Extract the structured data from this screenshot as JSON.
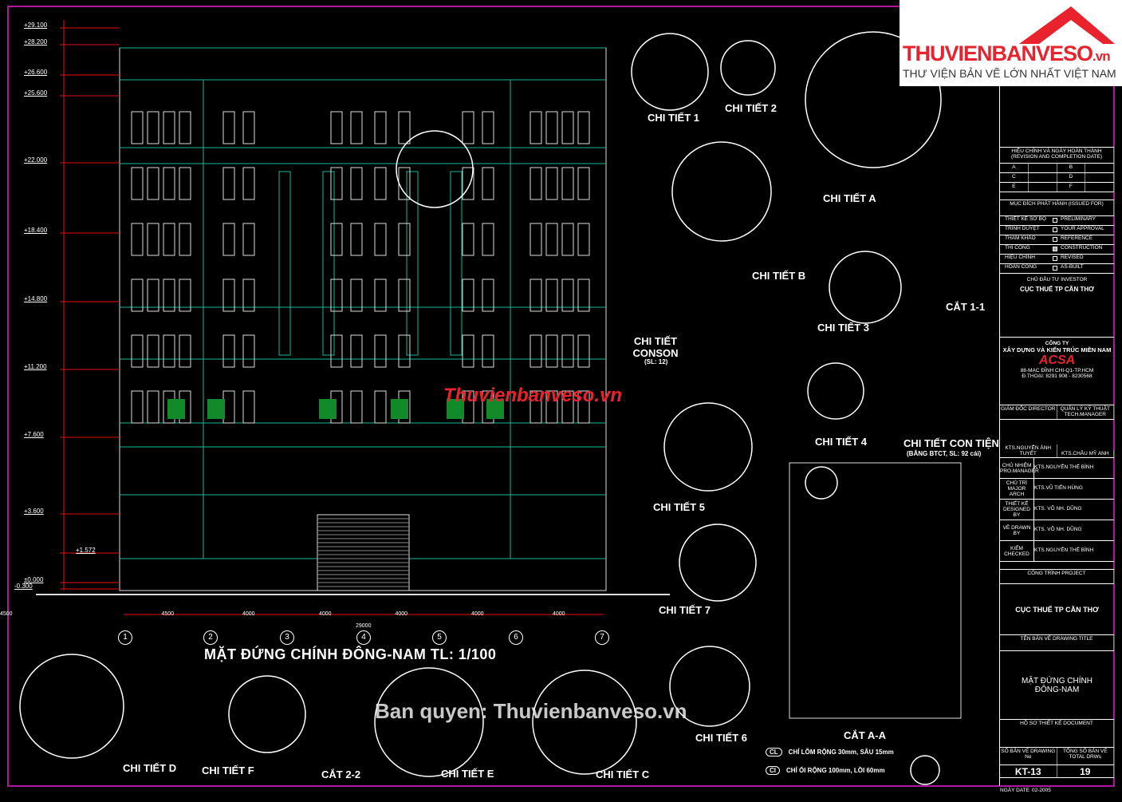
{
  "logo": {
    "brand": "THUVIENBANVESO",
    "brand_suffix": ".vn",
    "tagline": "THƯ VIỆN BẢN VẼ LỚN NHẤT VIỆT NAM"
  },
  "watermarks": {
    "center": "Thuvienbanveso.vn",
    "copyright": "Ban quyen: Thuvienbanveso.vn"
  },
  "drawing_title": "MẶT ĐỨNG CHÍNH ĐÔNG-NAM   TL: 1/100",
  "elevations": [
    "+29.100",
    "+28.200",
    "+26.600",
    "+25.600",
    "+22.000",
    "+18.400",
    "+14.800",
    "+11.200",
    "+7.600",
    "+3.600",
    "+1.572",
    "±0.000",
    "-0.300"
  ],
  "axes": [
    "1",
    "2",
    "3",
    "4",
    "5",
    "6",
    "7"
  ],
  "bottom_dims": [
    "4500",
    "4000",
    "4000",
    "4000",
    "4000",
    "4000",
    "4500"
  ],
  "total_dim": "29000",
  "details": {
    "d1": "CHI TIẾT 1",
    "d2": "CHI TIẾT 2",
    "dA": "CHI TIẾT A",
    "dB": "CHI TIẾT B",
    "d3": "CHI TIẾT 3",
    "c11": "CẮT 1-1",
    "conson": "CHI TIẾT CONSON",
    "conson_scale": "(SL: 12)",
    "d4": "CHI TIẾT 4",
    "contien": "CHI TIẾT CON TIỆN",
    "contien_note": "(BẰNG BTCT, SL: 92 cái)",
    "d5": "CHI TIẾT 5",
    "d7": "CHI TIẾT 7",
    "d6": "CHI TIẾT 6",
    "cAA": "CẮT A-A",
    "dD": "CHI TIẾT D",
    "dF": "CHI TIẾT F",
    "c22": "CẮT 2-2",
    "dE": "CHI TIẾT E",
    "dC": "CHI TIẾT C"
  },
  "legend": [
    {
      "tag": "CL",
      "text": "CHỈ LÕM RỘNG 30mm, SÂU 15mm"
    },
    {
      "tag": "CI",
      "text": "CHỈ ỐI RỘNG 100mm, LỒI 60mm"
    }
  ],
  "title_block": {
    "revision_header": "HIỆU CHỈNH VÀ NGÀY HOÀN THÀNH (REVISION AND COMPLETION DATE)",
    "revisions": [
      [
        "A",
        "B"
      ],
      [
        "C",
        "D"
      ],
      [
        "E",
        "F"
      ]
    ],
    "issued_header": "MỤC ĐÍCH PHÁT HÀNH (ISSUED FOR)",
    "issued": [
      [
        "THIẾT KẾ SƠ BỘ",
        "PRELIMINARY",
        false
      ],
      [
        "TRÌNH DUYỆT",
        "YOUR APPROVAL",
        false
      ],
      [
        "THAM KHẢO",
        "REFERENCE",
        false
      ],
      [
        "THI CÔNG",
        "CONSTRUCTION",
        true
      ],
      [
        "HIỆU CHỈNH",
        "REVISED",
        false
      ],
      [
        "HOÀN CÔNG",
        "AS-BUILT",
        false
      ]
    ],
    "investor_label": "CHỦ ĐẦU TƯ INVESTOR",
    "investor": "CỤC THUẾ TP CẦN THƠ",
    "company_label": "CÔNG TY",
    "company": "XÂY DỰNG VÀ KIẾN TRÚC MIỀN NAM",
    "company_logo": "ACSA",
    "address": "88-MẠC ĐĨNH CHI-Q1-TP.HCM",
    "phone": "Đ.THOẠI: 8291 908 - 8230568",
    "director_label": "GIÁM ĐỐC DIRECTOR",
    "tech_label": "QUẢN LÝ KỸ THUẬT TECH.MANAGER",
    "director": "KTS.NGUYỄN ÁNH TUYẾT",
    "tech": "KTS.CHÂU MỸ ANH",
    "staff": [
      [
        "CHỦ NHIỆM PRO.MANAGER",
        "KTS.NGUYỄN THẾ BÌNH"
      ],
      [
        "CHỦ TRÌ MAJOR ARCH",
        "KTS.VŨ TIẾN HÙNG"
      ],
      [
        "THIẾT KẾ DESIGNED BY",
        "KTS. VÕ NH. DŨNG"
      ],
      [
        "VẼ DRAWN BY",
        "KTS. VÕ NH. DŨNG"
      ],
      [
        "KIỂM CHECKED",
        "KTS.NGUYỄN THẾ BÌNH"
      ]
    ],
    "project_label": "CÔNG TRÌNH PROJECT",
    "project": "CỤC THUẾ TP CẦN THƠ",
    "drawing_title_label": "TÊN BẢN VẼ DRAWING TITLE",
    "drawing_title": "MẶT ĐỨNG CHÍNH ĐÔNG-NAM",
    "document_label": "HỒ SƠ THIẾT KẾ DOCUMENT",
    "drawing_no_label": "SỐ BẢN VẼ DRAWING No",
    "total_label": "TỔNG SỐ BẢN VẼ TOTAL DRWs",
    "drawing_no": "KT-13",
    "total": "19",
    "date_label": "NGÀY DATE",
    "date": "02-2005"
  },
  "colors": {
    "frame": "#b0169e",
    "accent": "#e8232e",
    "building": "#19b89a",
    "dimension": "#e01010"
  }
}
